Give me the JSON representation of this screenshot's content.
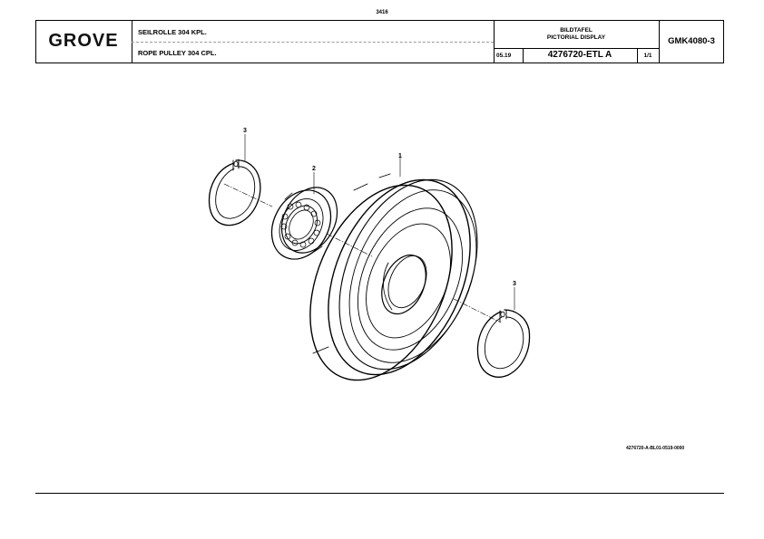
{
  "header": {
    "page_number": "3416",
    "logo": "GROVE",
    "description_de": "SEILROLLE 304 KPL.",
    "description_en": "ROPE PULLEY 304 CPL.",
    "sheet_type_de": "BILDTAFEL",
    "sheet_type_en": "PICTORIAL DISPLAY",
    "model": "GMK4080-3",
    "date": "05.19",
    "drawing_number": "4276720-ETL A",
    "sheet": "1/1"
  },
  "drawing": {
    "callouts": [
      "1",
      "2",
      "3",
      "3"
    ],
    "reference": "4276720-A-BL01-0519-0000"
  }
}
